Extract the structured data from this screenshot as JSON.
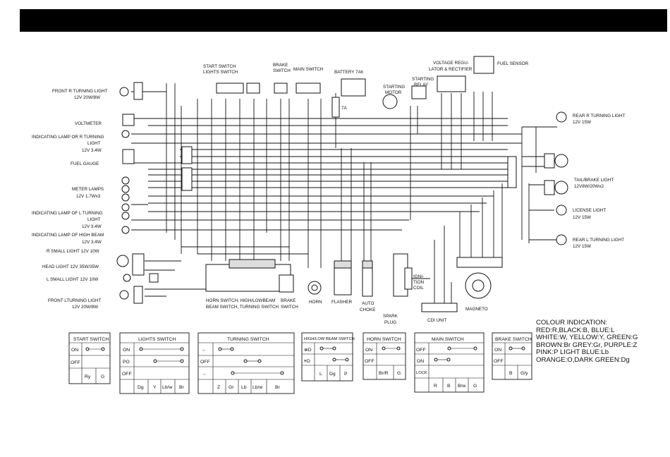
{
  "components": {
    "front_r_turn": {
      "name": "FRONT R TURNING LIGHT",
      "spec": "12V 20W/8W"
    },
    "voltmeter": {
      "name": "VOLTMETER"
    },
    "ind_r_turn": {
      "name": "INDICATING LAMP OR R TURNING",
      "name2": "LIGHT",
      "spec": "12V 3.4W"
    },
    "fuel_gauge": {
      "name": "FUEL GAUGE"
    },
    "meter_lamps": {
      "name": "METER LAMPS",
      "spec": "12V 1.7Wx3"
    },
    "ind_l_turn": {
      "name": "INDICATING LAMP OF L TURNING",
      "name2": "LIGHT",
      "spec": "12V 3.4W"
    },
    "ind_high_beam": {
      "name": "INDICATING LAMP OF HIGH BEAM",
      "spec": "12V 3.4W"
    },
    "r_small": {
      "name": "R SMALL LIGHT 12V 10W"
    },
    "head_light": {
      "name": "HEAD LIGHT 12V 35W/35W"
    },
    "l_small": {
      "name": "L SMALL LIGHT 12V 10W"
    },
    "front_l_turn": {
      "name": "FRONT LTURNING LIGHT",
      "spec": "12V 20W/8W"
    },
    "start_switch": {
      "name": "START SWITCH",
      "name2": "LIGHTS SWITCH"
    },
    "brake_switch": {
      "name": "BRAKE",
      "name2": "SWITCH"
    },
    "main_switch": {
      "name": "MAIN SWITCH"
    },
    "battery": {
      "name": "BATTERY 7Ah"
    },
    "starting_motor": {
      "name": "STARTING",
      "name2": "MOTOR"
    },
    "starting_relay": {
      "name": "STARTING",
      "name2": "RELAY"
    },
    "fuse": {
      "name": "7A"
    },
    "voltage_reg": {
      "name": "VOLTAGE REGU-",
      "name2": "LATOR & RECTIFIER"
    },
    "fuel_sensor": {
      "name": "FUEL SENSOR"
    },
    "rear_r_turn": {
      "name": "REAR R TURNING LIGHT",
      "spec": "12V 15W"
    },
    "tail_brake": {
      "name": "TAIL/BRAKE LIGHT",
      "spec": "12V8W/20Wx2"
    },
    "license": {
      "name": "LICENSE LIGHT",
      "spec": "12V 15W"
    },
    "rear_l_turn": {
      "name": "REAR L TURNING LIGHT",
      "spec": "12V 15W"
    },
    "horn_switch_group": {
      "name": "HORN SWITCH, HIGH/LOWBEAM",
      "name2": "BEAM SWITCH, TURNING SWITCH"
    },
    "brake_switch2": {
      "name": "BRAKE",
      "name2": "SWITCH"
    },
    "horn": {
      "name": "HORN"
    },
    "flasher": {
      "name": "FLASHER"
    },
    "auto_choke": {
      "name": "AUTO",
      "name2": "CHOKE"
    },
    "spark_plug": {
      "name": "SPARK",
      "name2": "PLUG"
    },
    "ign_coil": {
      "name": "IGNI-",
      "name2": "TION",
      "name3": "COIL"
    },
    "cdi": {
      "name": "CDI UNIT"
    },
    "magneto": {
      "name": "MAGNETO"
    }
  },
  "tables": {
    "start_switch": {
      "title": "START SWITCH",
      "rows": [
        "ON",
        "OFF"
      ],
      "cols": [
        "Ry",
        "G"
      ]
    },
    "lights_switch": {
      "title": "LIGHTS SWITCH",
      "rows": [
        "ON",
        "PO",
        "OFF"
      ],
      "cols": [
        "Dg",
        "Y",
        "Lb/w",
        "Br"
      ]
    },
    "turning_switch": {
      "title": "TURNING SWITCH",
      "rows": [
        "←",
        "OFF",
        "→"
      ],
      "cols": [
        "Z",
        "Gr",
        "Lb",
        "Lb/w",
        "Br"
      ]
    },
    "highlow_switch": {
      "title": "HIGH/LOW BEAM SWITCH",
      "cols": [
        "L",
        "Dg",
        "P"
      ]
    },
    "horn_switch": {
      "title": "HORN SWITCH",
      "rows": [
        "ON",
        "OFF"
      ],
      "cols": [
        "Br/R",
        "G"
      ]
    },
    "main_switch": {
      "title": "MAIN SWITCH",
      "rows": [
        "OFF",
        "ON",
        "LOCK"
      ],
      "cols": [
        "R",
        "B",
        "B/w",
        "G"
      ]
    },
    "brake_switch": {
      "title": "BRAKE SWITCH",
      "rows": [
        "ON",
        "OFF"
      ],
      "cols": [
        "B",
        "G/y"
      ]
    }
  },
  "legend": {
    "title": "COLOUR INDICATION:",
    "lines": [
      "RED:R,BLACK:B, BLUE:L",
      "WHITE:W, YELLOW:Y, GREEN:G",
      "BROWN:Br  GREY:Gr, PURPLE:Z",
      "PINK:P LIGHT BLUE:Lb",
      "ORANGE:O,DARK GREEN:Dg"
    ]
  }
}
